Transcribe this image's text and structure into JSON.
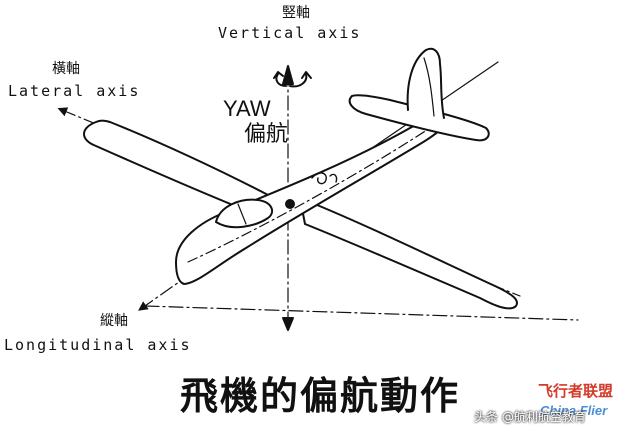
{
  "labels": {
    "vertical_cn": "竪軸",
    "vertical_en": "Vertical axis",
    "lateral_cn": "橫軸",
    "lateral_en": "Lateral axis",
    "yaw_en": "YAW",
    "yaw_cn": "偏航",
    "longitudinal_cn": "縱軸",
    "longitudinal_en": "Longitudinal axis"
  },
  "caption": "飛機的偏航動作",
  "watermark": {
    "logo_cn": "飞行者联盟",
    "logo_en": "China Flier",
    "text": "头条 @航利航空教育"
  },
  "colors": {
    "line": "#111111",
    "background": "#ffffff",
    "watermark_red": "#d43a2a",
    "watermark_blue": "#4a8fd6"
  }
}
